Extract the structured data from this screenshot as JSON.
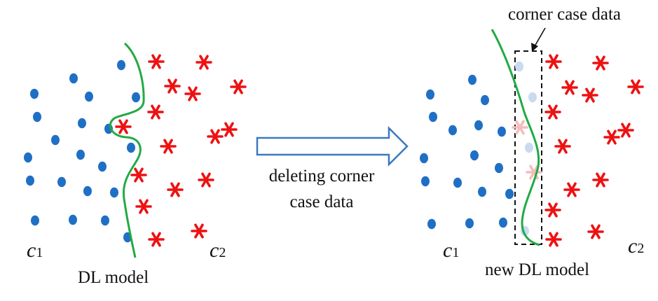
{
  "left_panel": {
    "class_left": {
      "letter": "c",
      "subscript": "1"
    },
    "class_right": {
      "letter": "c",
      "subscript": "2"
    },
    "caption": "DL model"
  },
  "arrow": {
    "label_line1": "deleting corner",
    "label_line2": "case data"
  },
  "right_panel": {
    "callout": "corner case data",
    "class_left": {
      "letter": "c",
      "subscript": "1"
    },
    "class_right": {
      "letter": "c",
      "subscript": "2"
    },
    "caption": "new DL model"
  },
  "colors": {
    "class1_dot": "#1f6fc5",
    "class2_star": "#ee1111",
    "boundary": "#22aa44",
    "arrow_outline": "#3a78c2",
    "faded_dot": "#c9daf2",
    "faded_star": "#f5bcbc"
  },
  "legend_icons": {
    "class1_marker": "circle-dot",
    "class2_marker": "asterisk-star"
  }
}
